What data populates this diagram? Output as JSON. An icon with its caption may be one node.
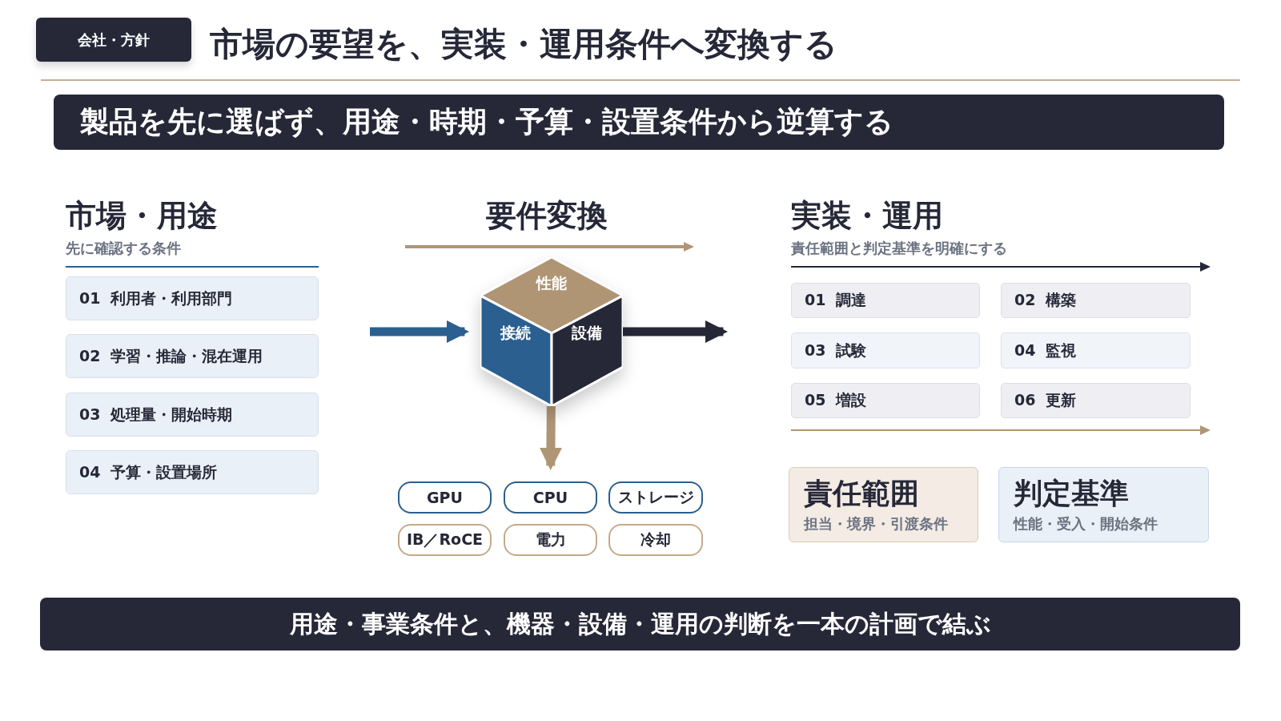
{
  "diagram": {
    "title": "市場の要望を、実装・運用条件へ変換する",
    "nodes": [
      {
        "text": [
          "会社・方針"
        ]
      },
      {
        "text": [
          "製品を先に選ばず、用途・時期・予算・設置条件から逆算する"
        ]
      },
      {
        "text": [
          "01 利用者・利用部門"
        ]
      },
      {
        "text": [
          "02 学習・推論・混在運用"
        ]
      },
      {
        "text": [
          "03 処理量・開始時期"
        ]
      },
      {
        "text": [
          "04 予算・設置場所"
        ]
      },
      {
        "text": [
          "性能",
          "接続",
          "設備"
        ]
      },
      {
        "text": [
          "GPU"
        ]
      },
      {
        "text": [
          "CPU"
        ]
      },
      {
        "text": [
          "ストレージ"
        ]
      },
      {
        "text": [
          "IB／RoCE"
        ]
      },
      {
        "text": [
          "電力"
        ]
      },
      {
        "text": [
          "冷却"
        ]
      },
      {
        "text": [
          "01 調達"
        ]
      },
      {
        "text": [
          "02 構築"
        ]
      },
      {
        "text": [
          "03 試験"
        ]
      },
      {
        "text": [
          "04 監視"
        ]
      },
      {
        "text": [
          "05 増設"
        ]
      },
      {
        "text": [
          "06 更新"
        ]
      },
      {
        "text": [
          "責任範囲",
          "担当・境界・引渡条件"
        ]
      },
      {
        "text": [
          "判定基準",
          "性能・受入・開始条件"
        ]
      },
      {
        "text": [
          "用途・事業条件と、機器・設備・運用の判断を一本の計画で結ぶ"
        ]
      }
    ],
    "edges": [
      {
        "from": null,
        "to": 6,
        "arrow": "to",
        "color": "#2a5f8f"
      },
      {
        "from": 6,
        "to": null,
        "arrow": "to",
        "color": "#262838"
      },
      {
        "from": 6,
        "to": 8,
        "arrow": "to",
        "color": "#b09575"
      }
    ],
    "labels": [
      "市場・用途",
      "先に確認する条件",
      "要件変換",
      "実装・運用",
      "責任範囲と判定基準を明確にする"
    ]
  }
}
